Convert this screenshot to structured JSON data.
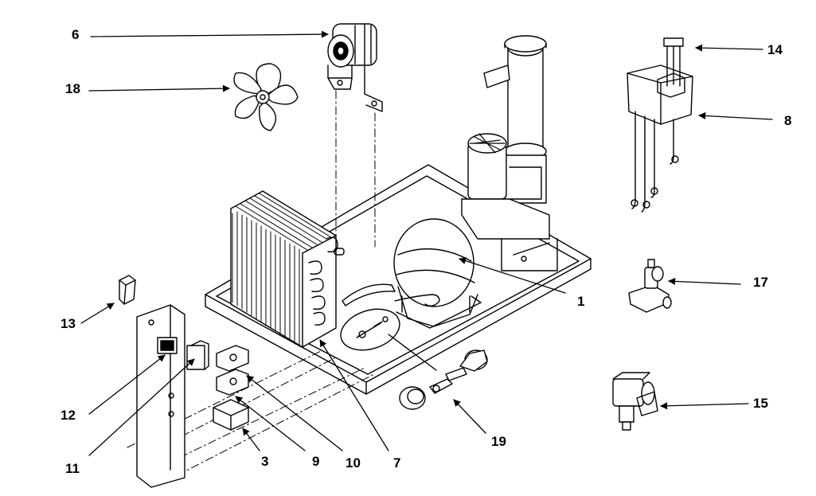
{
  "callouts": {
    "c1": "1",
    "c3": "3",
    "c6": "6",
    "c7": "7",
    "c8": "8",
    "c9": "9",
    "c10": "10",
    "c11": "11",
    "c12": "12",
    "c13": "13",
    "c14": "14",
    "c15": "15",
    "c17": "17",
    "c18": "18",
    "c19": "19"
  },
  "colors": {
    "ink": "#000000",
    "paper": "#ffffff"
  }
}
